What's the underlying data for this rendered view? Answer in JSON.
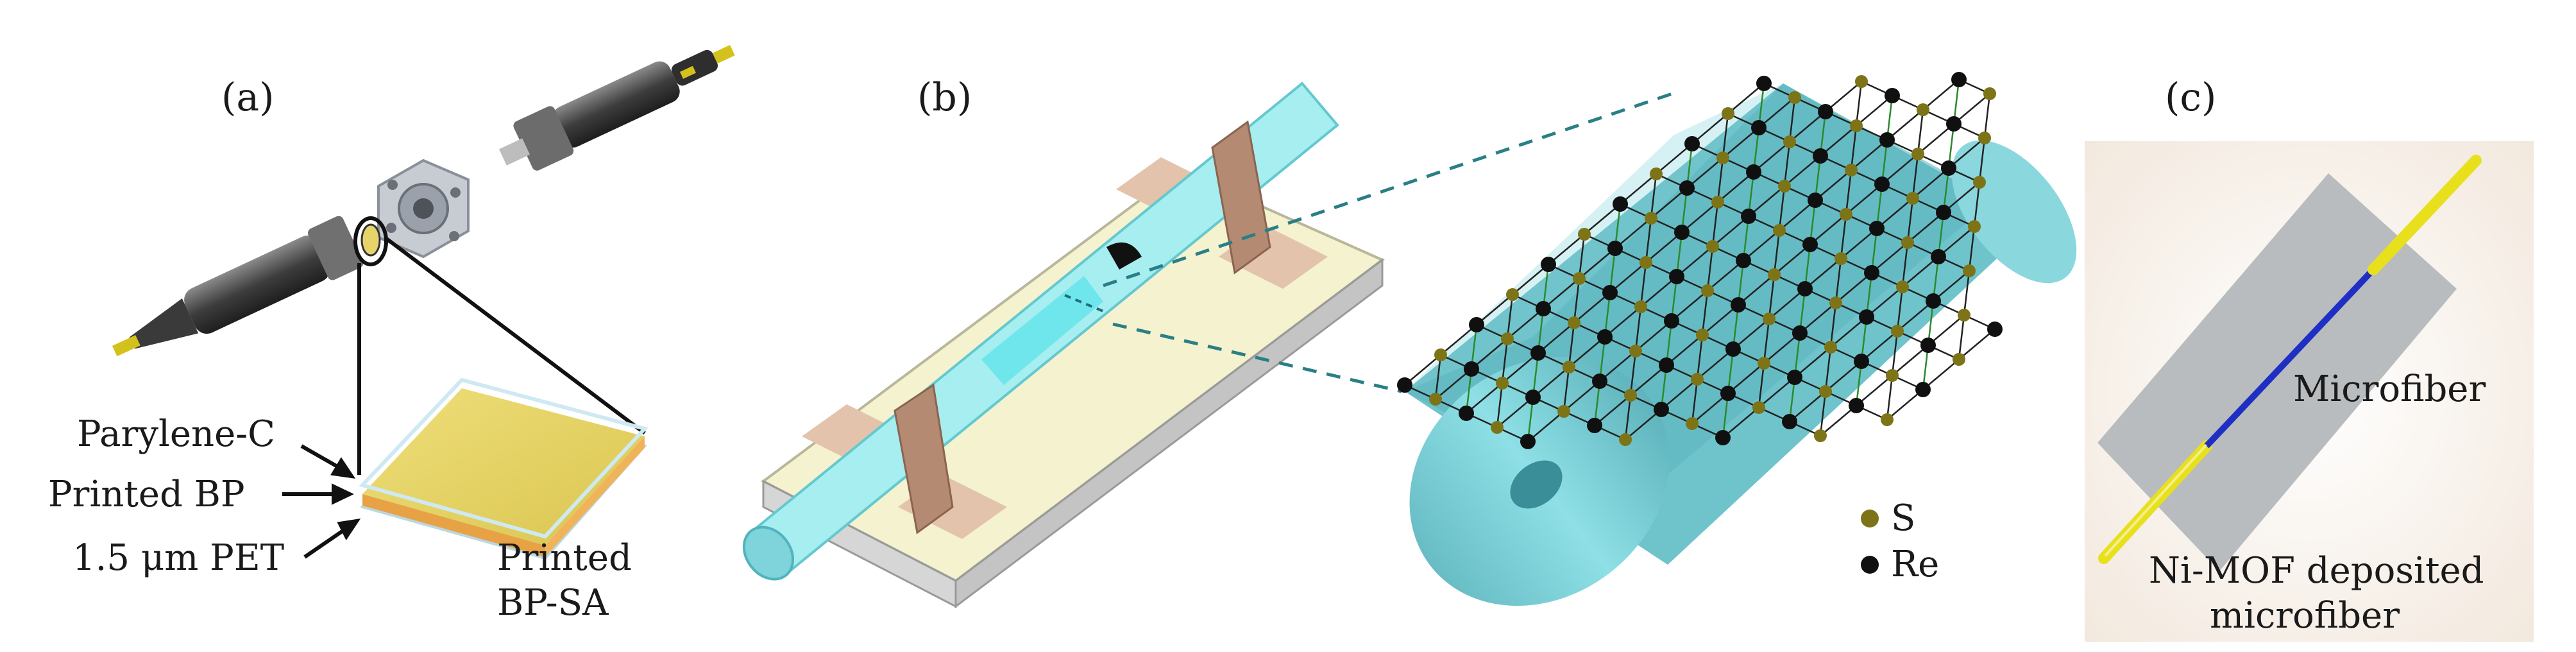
{
  "panels": {
    "a": {
      "label": "(a)",
      "labels": {
        "parylene": "Parylene-C",
        "printed_bp": "Printed BP",
        "pet": "1.5 μm PET",
        "sa_line1": "Printed",
        "sa_line2": "BP-SA"
      },
      "colors": {
        "bp_film": "#e6d36a",
        "substrate": "#d9eef6",
        "connector": "#4a4a4a",
        "fiber": "#d4c21c"
      }
    },
    "b": {
      "label": "(b)",
      "legend": {
        "s": "S",
        "re": "Re"
      },
      "colors": {
        "fiber": "#a6eef0",
        "cylinder": "#6fc4cc",
        "substrate": "#f1efc7",
        "electrode": "#c9a088",
        "sulfur_atom": "#7d7417",
        "rhenium_atom": "#101010",
        "bond": "#2a8a2a"
      }
    },
    "c": {
      "label": "(c)",
      "labels": {
        "microfiber": "Microfiber",
        "deposit_line1": "Ni-MOF deposited",
        "deposit_line2": "microfiber"
      },
      "colors": {
        "plate": "#b8bcbf",
        "microfiber": "#1f2fc4",
        "fiber": "#e8e01c"
      }
    }
  }
}
